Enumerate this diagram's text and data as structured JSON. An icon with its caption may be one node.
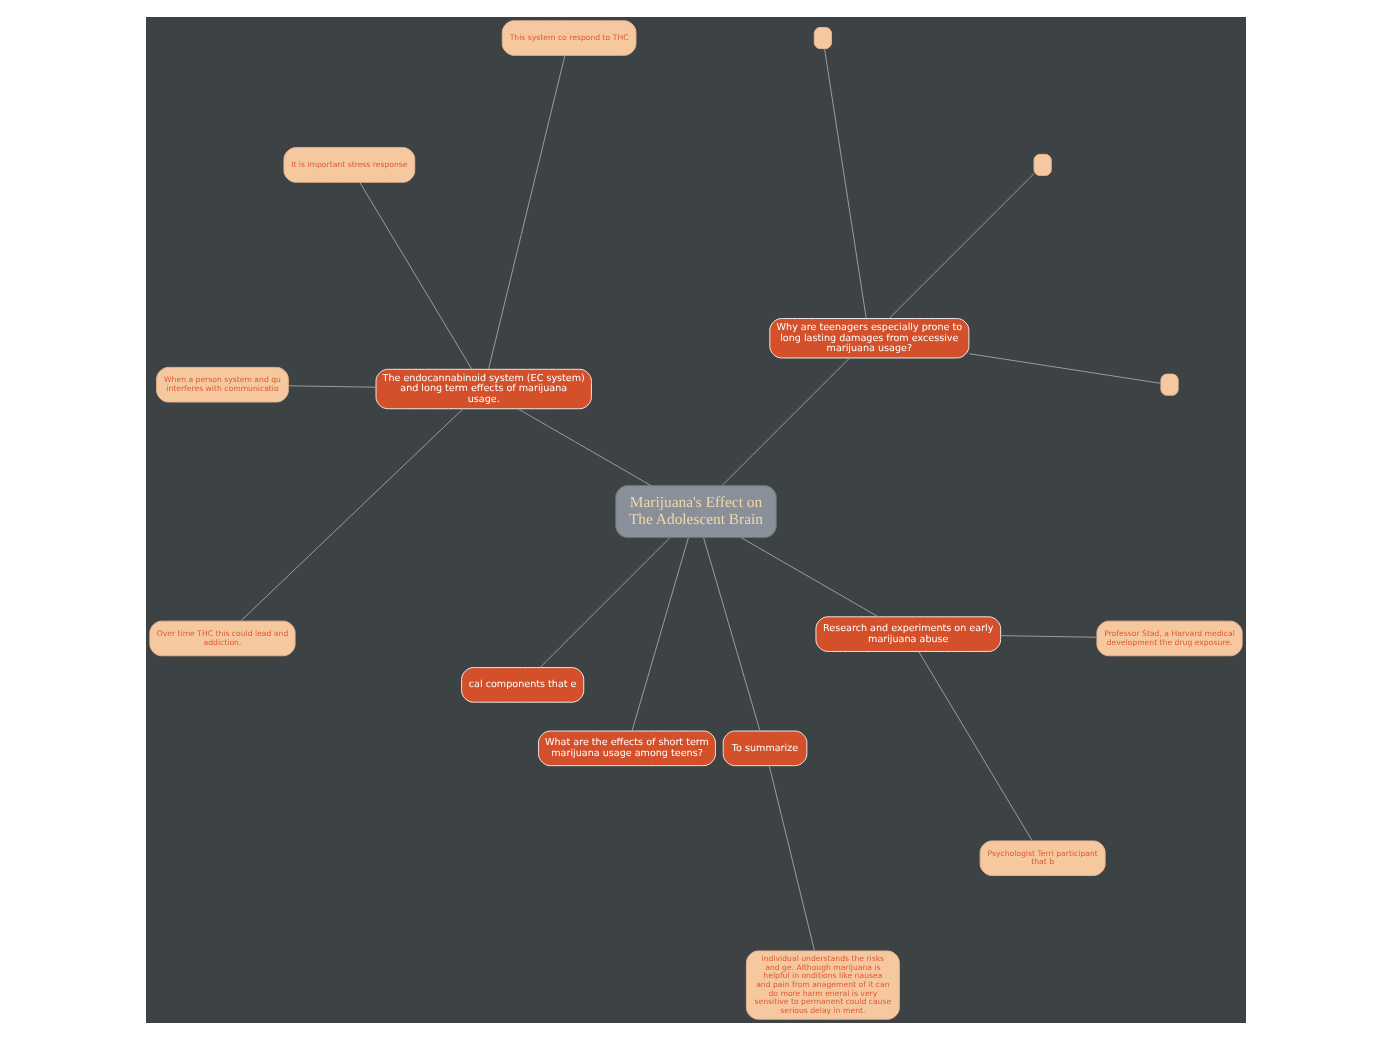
{
  "diagram": {
    "nodes": [
      {
        "text": [
          "Marijuana's Effect on The Adolescent Brain"
        ]
      },
      {
        "text": [
          "Why are teenagers especially prone to long lasting damages from excessive marijuana usage?"
        ]
      },
      {
        "text": [],
        "shape": "box"
      },
      {
        "text": [],
        "shape": "box"
      },
      {
        "text": [],
        "shape": "box"
      },
      {
        "text": [
          "The endocannabinoid system (EC system) and long term effects of marijuana usage."
        ]
      },
      {
        "text": [
          "This system co respond to THC"
        ]
      },
      {
        "text": [
          "It is important stress response"
        ]
      },
      {
        "text": [
          "When a person system and qu interferes with communicatio"
        ]
      },
      {
        "text": [
          "Over time THC this could lead and addiction."
        ]
      },
      {
        "text": [
          "cal components that e"
        ]
      },
      {
        "text": [
          "What are the effects of short term marijuana usage among teens?"
        ]
      },
      {
        "text": [
          "To summarize"
        ]
      },
      {
        "text": [
          "individual understands the risks and ge. Although marijuana is helpful in onditions like nausea and pain from anagement of it can do more harm eneral is very sensitive to permanent could cause serious delay in ment."
        ]
      },
      {
        "text": [
          "Research and experiments on early marijuana abuse"
        ]
      },
      {
        "text": [
          "Psychologist Terri participant that b"
        ]
      },
      {
        "text": [
          "Professor Stad, a Harvard medical development the drug exposure."
        ]
      }
    ],
    "edges": [
      {
        "from": 0,
        "to": 1,
        "arrow": "none"
      },
      {
        "from": 1,
        "to": 2,
        "arrow": "none"
      },
      {
        "from": 1,
        "to": 3,
        "arrow": "none"
      },
      {
        "from": 1,
        "to": 4,
        "arrow": "none"
      },
      {
        "from": 0,
        "to": 5,
        "arrow": "none"
      },
      {
        "from": 5,
        "to": 6,
        "arrow": "none"
      },
      {
        "from": 5,
        "to": 7,
        "arrow": "none"
      },
      {
        "from": 5,
        "to": 8,
        "arrow": "none"
      },
      {
        "from": 5,
        "to": 9,
        "arrow": "none"
      },
      {
        "from": 0,
        "to": 10,
        "arrow": "none"
      },
      {
        "from": 0,
        "to": 11,
        "arrow": "none"
      },
      {
        "from": 0,
        "to": 12,
        "arrow": "none"
      },
      {
        "from": 12,
        "to": 13,
        "arrow": "none"
      },
      {
        "from": 0,
        "to": 14,
        "arrow": "none"
      },
      {
        "from": 14,
        "to": 15,
        "arrow": "none"
      },
      {
        "from": 14,
        "to": 16,
        "arrow": "none"
      }
    ]
  }
}
